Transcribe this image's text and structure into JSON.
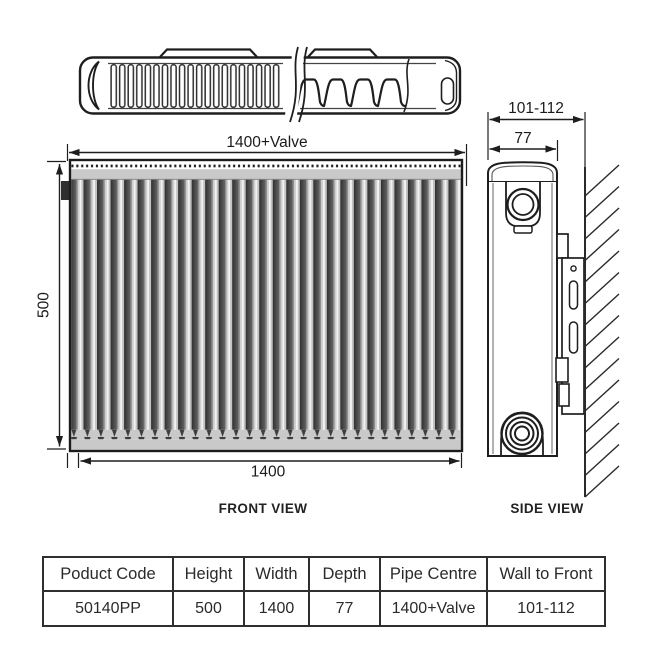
{
  "drawing": {
    "front_view": {
      "width_with_valve_label": "1400+Valve",
      "height_label": "500",
      "width_label": "1400",
      "caption": "FRONT VIEW"
    },
    "side_view": {
      "wall_to_front_label": "101-112",
      "depth_label": "77",
      "caption": "SIDE VIEW"
    }
  },
  "spec_table": {
    "headers": [
      "Poduct Code",
      "Height",
      "Width",
      "Depth",
      "Pipe Centre",
      "Wall to Front"
    ],
    "row": [
      "50140PP",
      "500",
      "1400",
      "77",
      "1400+Valve",
      "101-112"
    ]
  },
  "colors": {
    "line": "#1e1e1e",
    "panel_gray": "#c9c9c9",
    "fin_dark": "#3a3a3a",
    "fin_highlight": "#f1f1f1"
  }
}
